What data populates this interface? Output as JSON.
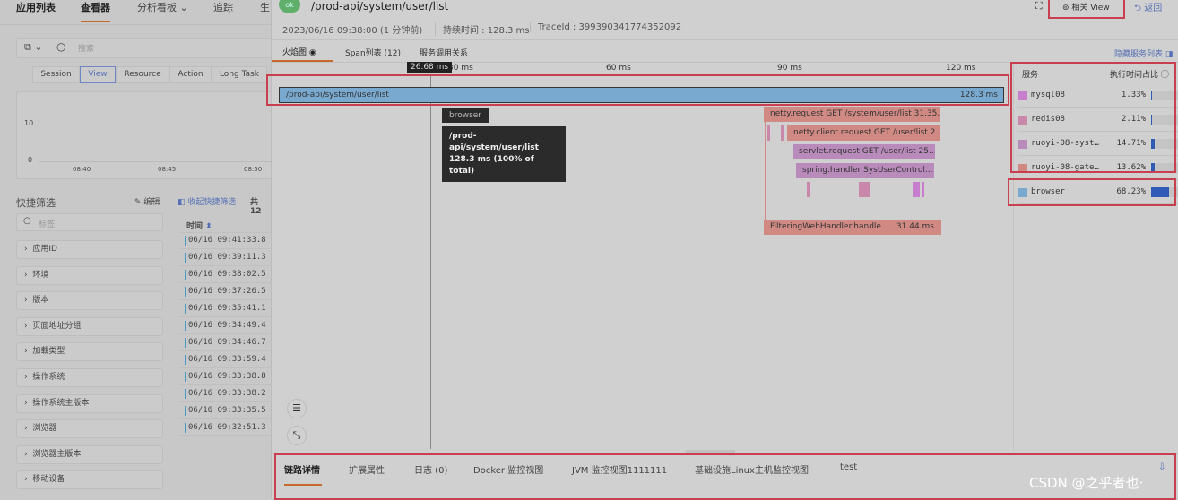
{
  "left": {
    "nav": [
      "应用列表",
      "查看器",
      "分析看板",
      "追踪",
      "生"
    ],
    "search_placeholder": "搜索",
    "type_tabs": [
      "Session",
      "View",
      "Resource",
      "Action",
      "Long Task"
    ],
    "chart": {
      "y_ticks": [
        "10",
        "0"
      ],
      "x_ticks": [
        "08:40",
        "08:45",
        "08:50"
      ]
    },
    "quick_filter": {
      "title": "快捷筛选",
      "edit": "编辑",
      "collapse": "收起快捷筛选",
      "total": "共 12",
      "tag_placeholder": "标签"
    },
    "filters": [
      "应用ID",
      "环境",
      "版本",
      "页面地址分组",
      "加载类型",
      "操作系统",
      "操作系统主版本",
      "浏览器",
      "浏览器主版本",
      "移动设备"
    ],
    "table": {
      "header": "时间",
      "rows": [
        "06/16 09:41:33.8",
        "06/16 09:39:11.3",
        "06/16 09:38:02.5",
        "06/16 09:37:26.5",
        "06/16 09:35:41.1",
        "06/16 09:34:49.4",
        "06/16 09:34:46.7",
        "06/16 09:33:59.4",
        "06/16 09:33:38.8",
        "06/16 09:33:38.2",
        "06/16 09:33:35.5",
        "06/16 09:32:51.3"
      ]
    }
  },
  "drawer": {
    "status": "ok",
    "title": "/prod-api/system/user/list",
    "time": "2023/06/16 09:38:00 (1 分钟前)",
    "duration": "持续时间 : 128.3 ms",
    "trace_id": "TraceId : 399390341774352092",
    "related_view": "相关 View",
    "back": "返回",
    "tabs": [
      "火焰图",
      "Span列表 (12)",
      "服务调用关系"
    ],
    "hide_services": "隐藏服务列表",
    "axis": {
      "cursor": "26.68 ms",
      "ticks": [
        "30 ms",
        "60 ms",
        "90 ms",
        "120 ms"
      ]
    },
    "root_span": {
      "name": "/prod-api/system/user/list",
      "duration": "128.3 ms"
    },
    "spans": [
      "netty.request GET /system/user/list   31.35...",
      "netty.client.request GET /user/list   2...",
      "servlet.request GET /user/list   25...",
      "spring.handler SysUserControl...",
      "FilteringWebHandler.handle",
      "31.44 ms"
    ],
    "tooltip": {
      "service": "browser",
      "name": "/prod-api/system/user/list",
      "detail": "128.3 ms (100% of total)"
    },
    "services": {
      "header_name": "服务",
      "header_pct": "执行时间占比",
      "items": [
        {
          "name": "mysql08",
          "pct": "1.33%",
          "value": 1.33,
          "color": "#c77fcd"
        },
        {
          "name": "redis08",
          "pct": "2.11%",
          "value": 2.11,
          "color": "#c988a9"
        },
        {
          "name": "ruoyi-08-syst…",
          "pct": "14.71%",
          "value": 14.71,
          "color": "#b98bbb"
        },
        {
          "name": "ruoyi-08-gate…",
          "pct": "13.62%",
          "value": 13.62,
          "color": "#d08a83"
        },
        {
          "name": "browser",
          "pct": "68.23%",
          "value": 68.23,
          "color": "#7aa9cf"
        }
      ]
    },
    "bottom_tabs": [
      "链路详情",
      "扩展属性",
      "日志 (0)",
      "Docker 监控视图",
      "JVM 监控视图1111111",
      "基础设施Linux主机监控视图",
      "test"
    ]
  },
  "watermark": "CSDN @之乎者也·"
}
